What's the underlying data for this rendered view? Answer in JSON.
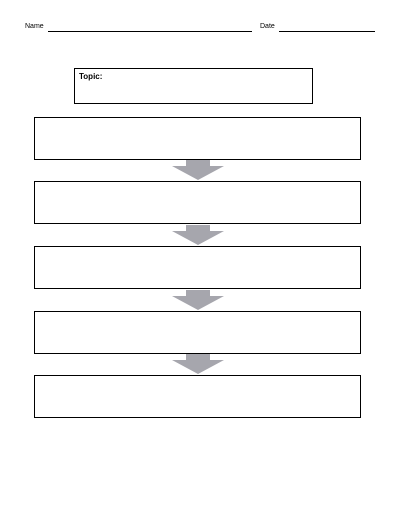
{
  "header": {
    "name_label": "Name",
    "date_label": "Date"
  },
  "topic": {
    "label": "Topic:"
  },
  "flow": {
    "step_count": 5,
    "arrow_color": "#a6a6ad"
  }
}
